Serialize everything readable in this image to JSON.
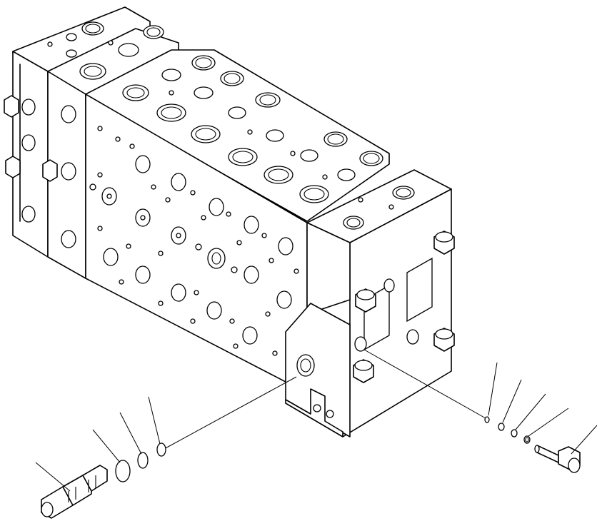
{
  "figure": {
    "subject": "control-valve-assembly-exploded-view",
    "parts": [
      {
        "id": "valve-body",
        "icon": "valve-body-icon"
      },
      {
        "id": "left-valve-cartridge",
        "icon": "cartridge-icon"
      },
      {
        "id": "left-backup-ring",
        "icon": "ring-icon"
      },
      {
        "id": "left-o-ring-1",
        "icon": "o-ring-icon"
      },
      {
        "id": "left-o-ring-2",
        "icon": "o-ring-icon"
      },
      {
        "id": "right-plug",
        "icon": "plug-icon"
      },
      {
        "id": "right-o-ring-1",
        "icon": "o-ring-icon"
      },
      {
        "id": "right-o-ring-2",
        "icon": "o-ring-icon"
      },
      {
        "id": "right-o-ring-3",
        "icon": "o-ring-icon"
      },
      {
        "id": "right-o-ring-4",
        "icon": "o-ring-icon"
      }
    ],
    "line_color": "#000000",
    "background_color": "#ffffff"
  }
}
